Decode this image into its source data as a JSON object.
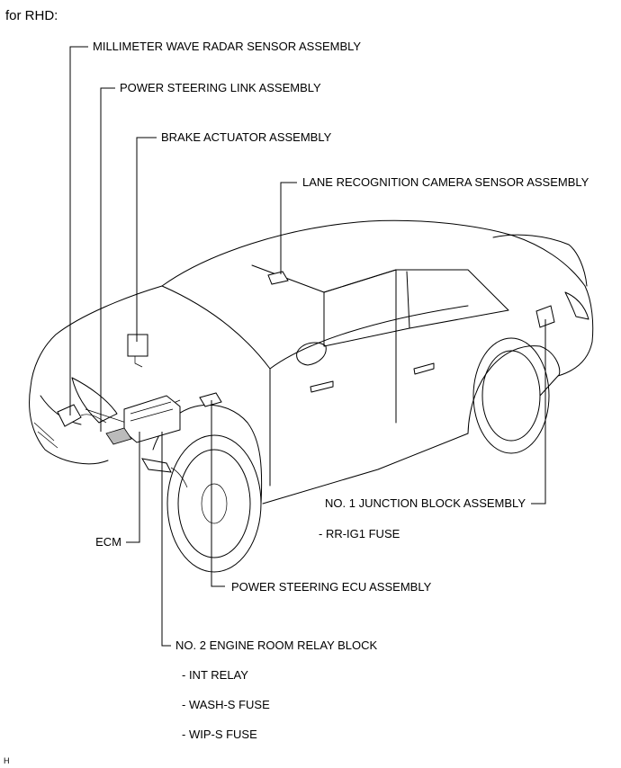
{
  "header": {
    "title": "for RHD:"
  },
  "labels": {
    "millimeter_wave_radar": "MILLIMETER WAVE RADAR SENSOR ASSEMBLY",
    "power_steering_link": "POWER STEERING LINK ASSEMBLY",
    "brake_actuator": "BRAKE ACTUATOR ASSEMBLY",
    "lane_recognition_camera": "LANE RECOGNITION CAMERA SENSOR ASSEMBLY",
    "junction_block": "NO. 1 JUNCTION BLOCK ASSEMBLY",
    "junction_block_fuse": "- RR-IG1 FUSE",
    "ecm": "ECM",
    "power_steering_ecu": "POWER STEERING ECU ASSEMBLY",
    "relay_block": "NO. 2 ENGINE ROOM RELAY BLOCK",
    "relay_block_items": [
      "- INT RELAY",
      "- WASH-S FUSE",
      "- WIP-S FUSE"
    ]
  },
  "footer": {
    "code": "H"
  }
}
